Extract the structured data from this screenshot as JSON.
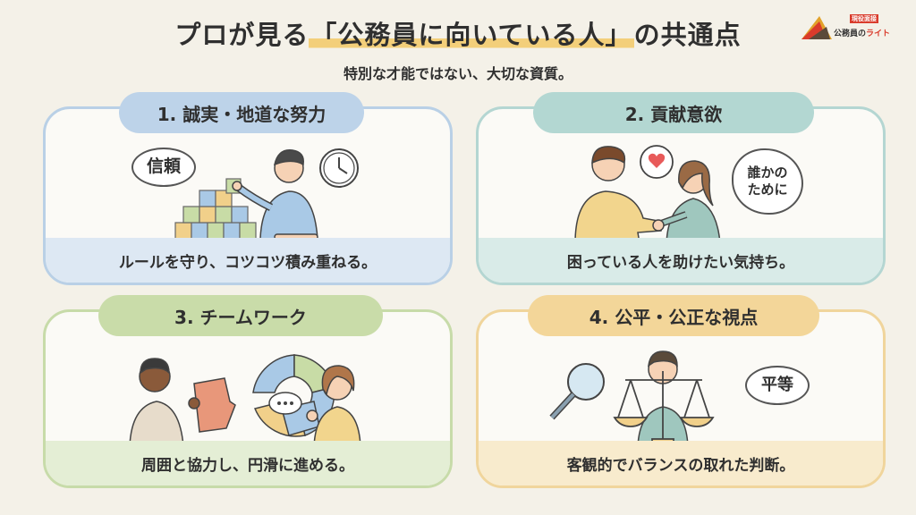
{
  "header": {
    "title_prefix": "プロが見る",
    "title_highlight": "「公務員に向いている人」",
    "title_suffix": "の共通点",
    "subtitle": "特別な才能ではない、大切な資質。"
  },
  "logo": {
    "badge": "現役面接",
    "text_main": "公務員の",
    "text_accent": "ライト"
  },
  "cards": [
    {
      "heading": "1. 誠実・地道な努力",
      "bubble": "信頼",
      "caption": "ルールを守り、コツコツ積み重ねる。"
    },
    {
      "heading": "2. 貢献意欲",
      "bubble_line1": "誰かの",
      "bubble_line2": "ために",
      "caption": "困っている人を助けたい気持ち。"
    },
    {
      "heading": "3. チームワーク",
      "bubble": "…",
      "caption": "周囲と協力し、円滑に進める。"
    },
    {
      "heading": "4. 公平・公正な視点",
      "bubble": "平等",
      "caption": "客観的でバランスの取れた判断。"
    }
  ],
  "colors": {
    "card1": "#bdd3e9",
    "card2": "#b3d7d2",
    "card3": "#c9dca9",
    "card4": "#f3d699",
    "highlight": "#f3cf7a",
    "logo_red": "#d93b2b"
  },
  "icons": [
    "clock-icon",
    "heart-icon",
    "magnifier-icon",
    "scale-icon",
    "puzzle-icon"
  ]
}
